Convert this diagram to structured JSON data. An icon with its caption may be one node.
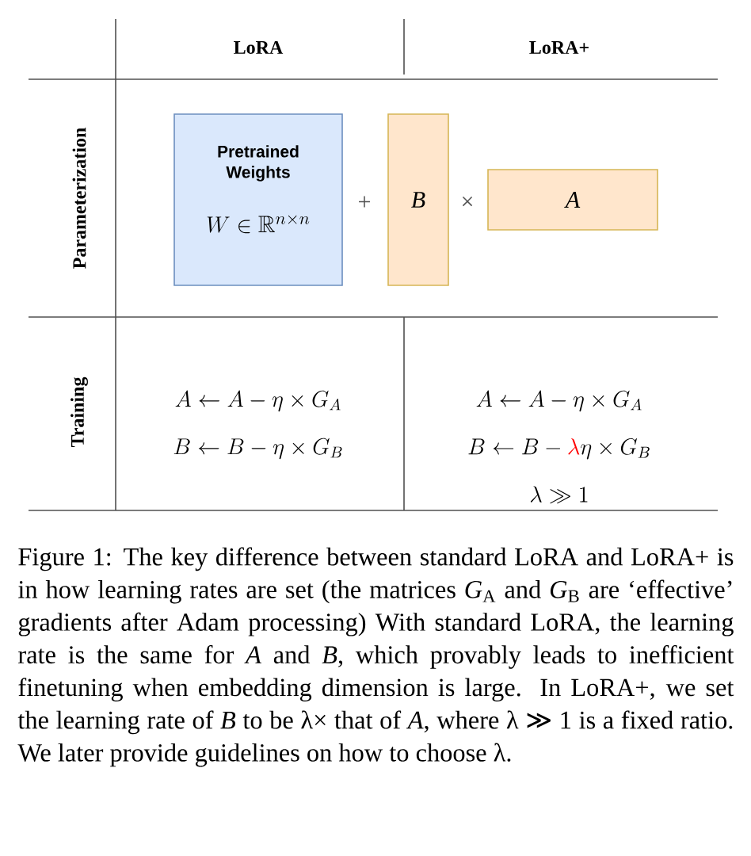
{
  "diagram": {
    "caption": "Figure 1: The key difference between standard LoRA and LoRA+ is in how learning rates are set (the matrices *G*$_{A}$ and *G*$_{B}$ are ‘effective’ gradients after Adam processing) With standard LoRA, the learning rate is the same for *A* and *B*, which provably leads to inefficient finetuning when embedding dimension is large. In LoRA+, we set the learning rate of *B* to be λ× that of *A*, where λ ≫ 1 is a fixed ratio. We later provide guidelines on how to choose λ.",
    "nodes": [
      {
        "text": [
          "Pretrained Weights",
          "W \\in \\mathbb{R}^{n \\times n}"
        ]
      },
      {
        "text": [
          "B"
        ]
      },
      {
        "text": [
          "A"
        ]
      }
    ],
    "labels": [
      "LoRA",
      "LoRA+",
      "Parameterization",
      "+",
      "×",
      "Training",
      "A \\leftarrow A - \\eta \\times G_A",
      "B \\leftarrow B - \\eta \\times G_B",
      "A \\leftarrow A - \\eta \\times G_A",
      "B \\leftarrow B - {\\color{red}\\lambda} \\eta \\times G_B",
      "\\lambda \\gg 1"
    ]
  }
}
